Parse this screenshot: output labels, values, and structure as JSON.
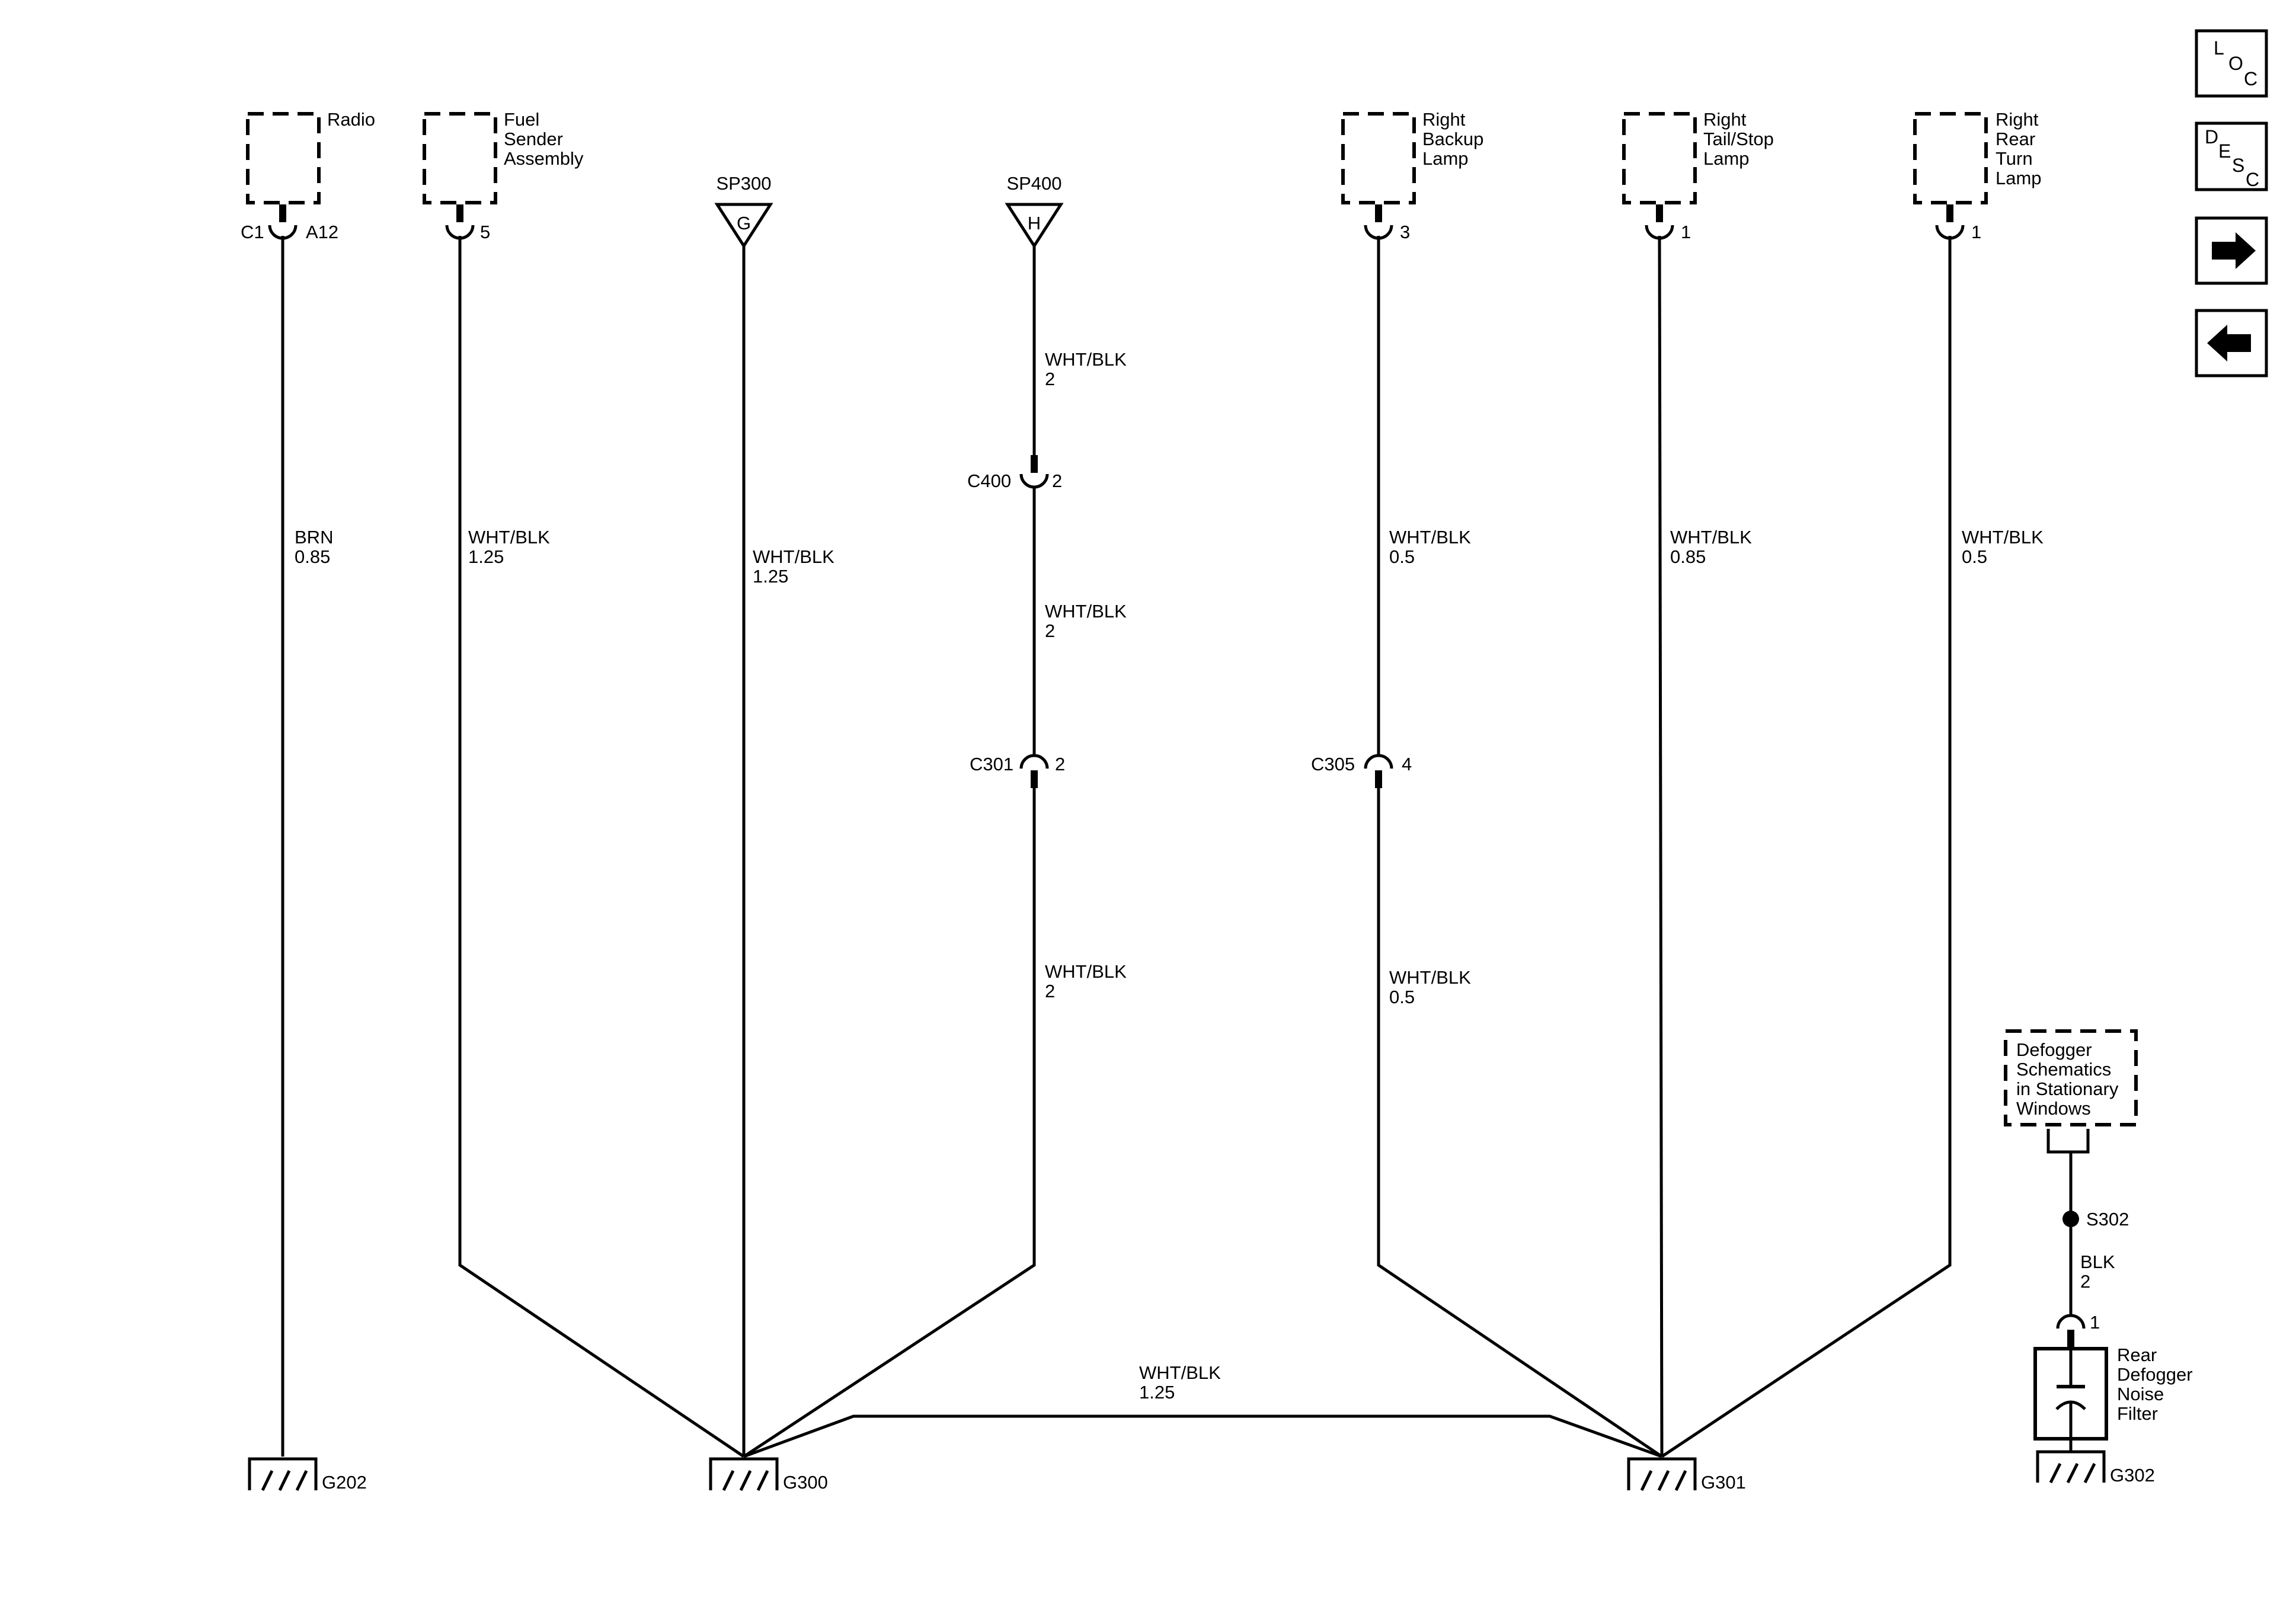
{
  "components": {
    "radio": {
      "lines": [
        "Radio"
      ]
    },
    "fuel_sender": {
      "lines": [
        "Fuel",
        "Sender",
        "Assembly"
      ]
    },
    "right_backup_lamp": {
      "lines": [
        "Right",
        "Backup",
        "Lamp"
      ]
    },
    "right_tail_stop_lamp": {
      "lines": [
        "Right",
        "Tail/Stop",
        "Lamp"
      ]
    },
    "right_rear_turn_lamp": {
      "lines": [
        "Right",
        "Rear",
        "Turn",
        "Lamp"
      ]
    },
    "defogger_schematics": {
      "lines": [
        "Defogger",
        "Schematics",
        "in Stationary",
        "Windows"
      ]
    },
    "rear_defogger_noise_filter": {
      "lines": [
        "Rear",
        "Defogger",
        "Noise",
        "Filter"
      ]
    }
  },
  "connectors": {
    "radio_connector": "C1",
    "radio_pin": "A12",
    "fuel_sender_pin": "5",
    "backup_lamp_pin": "3",
    "tail_stop_lamp_pin": "1",
    "rear_turn_lamp_pin": "1",
    "c400": "C400",
    "c400_pin": "2",
    "c301": "C301",
    "c301_pin": "2",
    "c305": "C305",
    "c305_pin": "4",
    "noise_filter_pin": "1"
  },
  "splices": {
    "sp300": {
      "name": "SP300",
      "letter": "G"
    },
    "sp400": {
      "name": "SP400",
      "letter": "H"
    },
    "s302": "S302"
  },
  "wires": {
    "radio": {
      "color": "BRN",
      "gauge": "0.85"
    },
    "fuel_sender": {
      "color": "WHT/BLK",
      "gauge": "1.25"
    },
    "sp300": {
      "color": "WHT/BLK",
      "gauge": "1.25"
    },
    "sp400_top": {
      "color": "WHT/BLK",
      "gauge": "2"
    },
    "sp400_mid": {
      "color": "WHT/BLK",
      "gauge": "2"
    },
    "sp400_bottom": {
      "color": "WHT/BLK",
      "gauge": "2"
    },
    "backup_top": {
      "color": "WHT/BLK",
      "gauge": "0.5"
    },
    "backup_bottom": {
      "color": "WHT/BLK",
      "gauge": "0.5"
    },
    "tail_stop": {
      "color": "WHT/BLK",
      "gauge": "0.85"
    },
    "rear_turn": {
      "color": "WHT/BLK",
      "gauge": "0.5"
    },
    "g300_g301": {
      "color": "WHT/BLK",
      "gauge": "1.25"
    },
    "defogger": {
      "color": "BLK",
      "gauge": "2"
    }
  },
  "grounds": {
    "g202": "G202",
    "g300": "G300",
    "g301": "G301",
    "g302": "G302"
  },
  "nav": {
    "loc": [
      "L",
      "O",
      "C"
    ],
    "desc": [
      "D",
      "E",
      "S",
      "C"
    ],
    "icons": [
      "arrow-right-icon",
      "arrow-left-icon"
    ]
  }
}
